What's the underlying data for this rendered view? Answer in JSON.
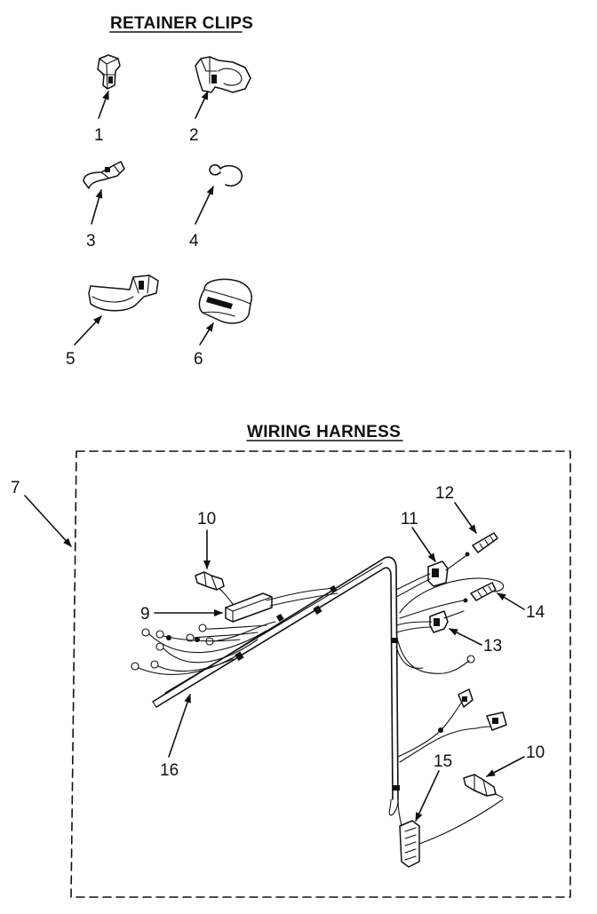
{
  "sections": {
    "retainer_title": "RETAINER CLIPS",
    "harness_title": "WIRING HARNESS"
  },
  "callouts": {
    "c1": "1",
    "c2": "2",
    "c3": "3",
    "c4": "4",
    "c5": "5",
    "c6": "6",
    "c7": "7",
    "c9": "9",
    "c10a": "10",
    "c10b": "10",
    "c11": "11",
    "c12": "12",
    "c13": "13",
    "c14": "14",
    "c15": "15",
    "c16": "16"
  },
  "icons": {
    "arrow": "arrowhead-icon"
  }
}
